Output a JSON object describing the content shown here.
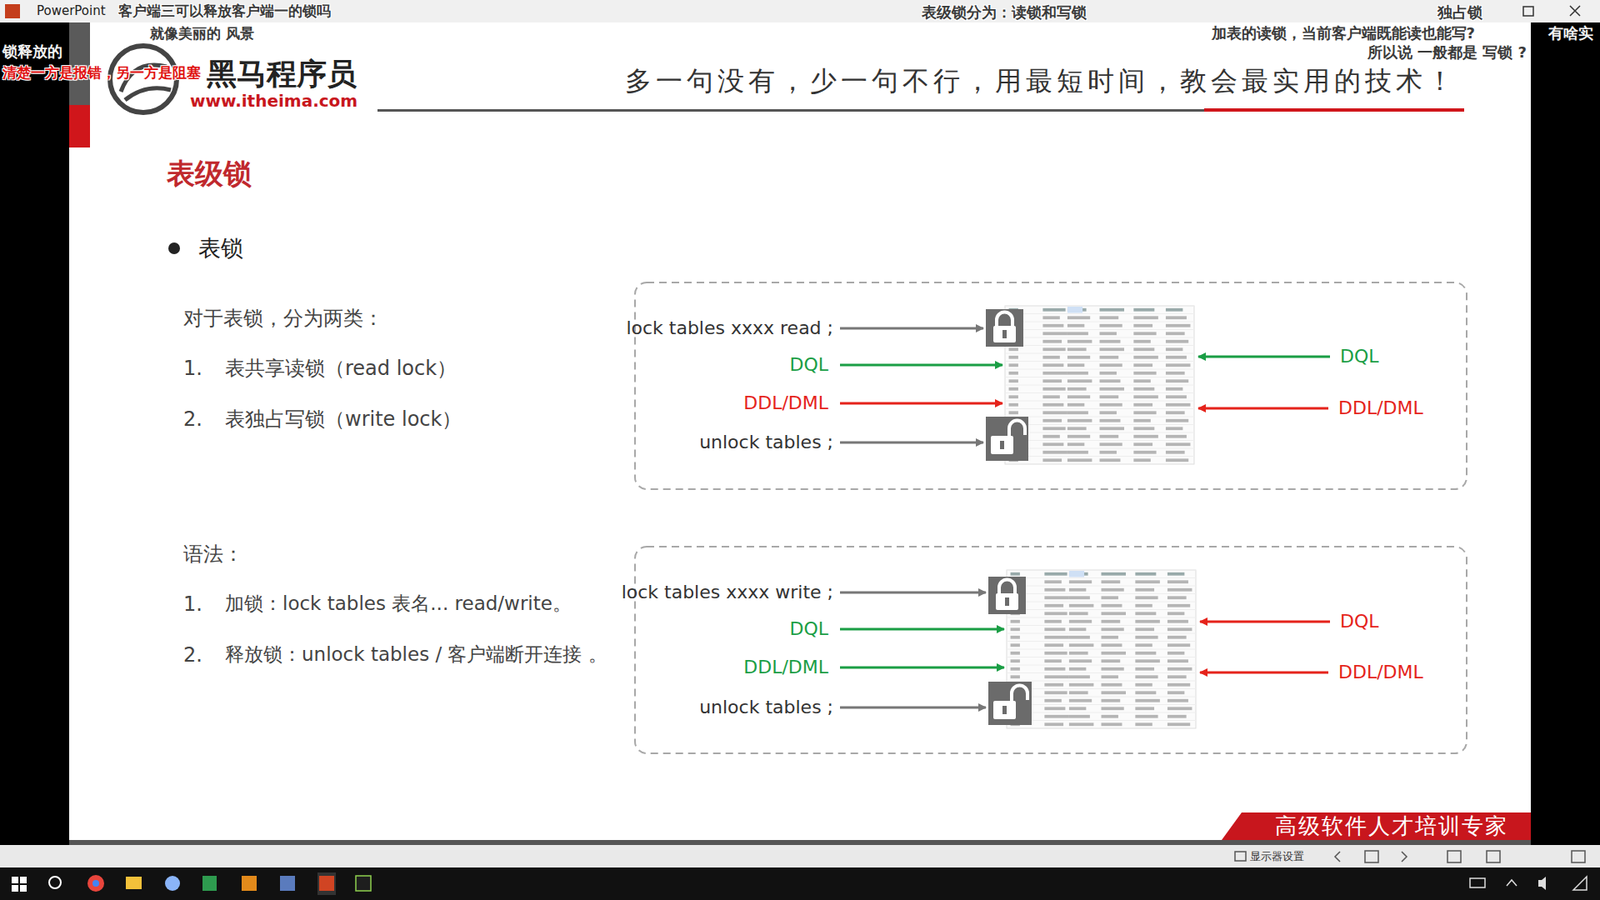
{
  "diagram": {
    "title": "表级锁",
    "labels": [
      "PowerPoint",
      "客户端三可以释放客户端一的锁吗",
      "就像美丽的 风景",
      "表级锁分为：读锁和写锁",
      "独占锁",
      "加表的读锁，当前客户端既能读也能写?",
      "所以说 一般都是 写锁 ?",
      "有啥实",
      "锁释放的",
      "清楚一方是报错，另一方是阻塞",
      "黑马程序员",
      "www.itheima.com",
      "多一句没有，少一句不行，用最短时间，教会最实用的技术！",
      "表锁",
      "对于表锁，分为两类：",
      "1.",
      "表共享读锁（read lock）",
      "2.",
      "表独占写锁（write lock）",
      "语法：",
      "1.",
      "加锁：lock tables 表名... read/write。",
      "2.",
      "释放锁：unlock tables / 客户端断开连接 。",
      "lock tables xxxx read ;",
      "DQL",
      "DDL/DML",
      "unlock tables ;",
      "DQL",
      "DDL/DML",
      "lock tables xxxx write ;",
      "DQL",
      "DDL/DML",
      "unlock tables ;",
      "DQL",
      "DDL/DML",
      "高级软件人才培训专家",
      "显示器设置"
    ]
  }
}
